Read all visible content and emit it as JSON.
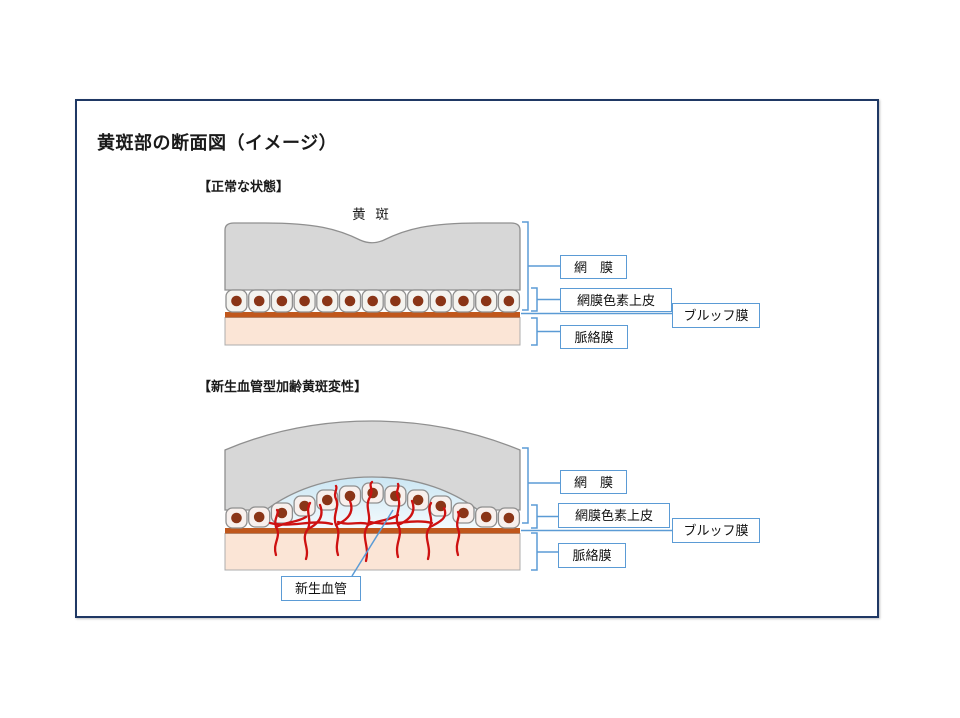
{
  "title": "黄斑部の断面図（イメージ）",
  "sections": [
    {
      "heading": "【正常な状態】",
      "macula_label": "黄 斑",
      "labels": {
        "retina": "網　膜",
        "rpe": "網膜色素上皮",
        "bruch": "ブルッフ膜",
        "choroid": "脈絡膜"
      }
    },
    {
      "heading": "【新生血管型加齢黄斑変性】",
      "labels": {
        "retina": "網　膜",
        "rpe": "網膜色素上皮",
        "bruch": "ブルッフ膜",
        "choroid": "脈絡膜",
        "neovessel": "新生血管"
      }
    }
  ],
  "colors": {
    "frame_border": "#1F3864",
    "callout_blue": "#5B9BD5",
    "retina_gray": "#D7D7D7",
    "layer_outline_gray": "#8F8F8F",
    "rpe_cell_fill": "#F4F3EF",
    "rpe_cell_fill_amd": "#F8F0ED",
    "nucleus_brown": "#8A3517",
    "bruch_orange": "#C0571C",
    "choroid_peach": "#FBE5D6",
    "fluid_blue": "#D9EDF7",
    "vessel_red": "#CE1111"
  }
}
